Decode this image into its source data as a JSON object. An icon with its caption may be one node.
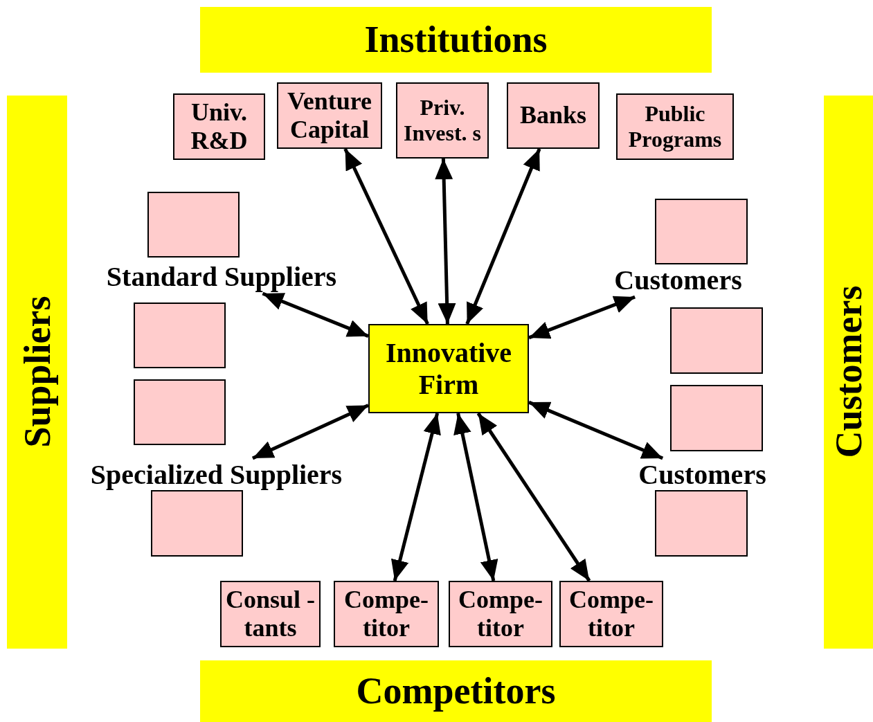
{
  "diagram": {
    "nodes": [
      {
        "text": [
          "Institutions"
        ]
      },
      {
        "text": [
          "Suppliers"
        ]
      },
      {
        "text": [
          "Customers"
        ]
      },
      {
        "text": [
          "Competitors"
        ]
      },
      {
        "text": [
          "Univ. R&D"
        ]
      },
      {
        "text": [
          "Venture Capital"
        ]
      },
      {
        "text": [
          "Priv. Invest. s"
        ]
      },
      {
        "text": [
          "Banks"
        ]
      },
      {
        "text": [
          "Public Programs"
        ]
      },
      {
        "text": [],
        "shape": "box"
      },
      {
        "text": [
          "Standard Suppliers"
        ]
      },
      {
        "text": [],
        "shape": "box"
      },
      {
        "text": [],
        "shape": "box"
      },
      {
        "text": [
          "Specialized Suppliers"
        ]
      },
      {
        "text": [],
        "shape": "box"
      },
      {
        "text": [
          "Innovative Firm"
        ]
      },
      {
        "text": [],
        "shape": "box"
      },
      {
        "text": [
          "Customers"
        ]
      },
      {
        "text": [],
        "shape": "box"
      },
      {
        "text": [],
        "shape": "box"
      },
      {
        "text": [
          "Customers"
        ]
      },
      {
        "text": [],
        "shape": "box"
      },
      {
        "text": [
          "Consul -tants"
        ]
      },
      {
        "text": [
          "Compe- titor"
        ]
      },
      {
        "text": [
          "Compe- titor"
        ]
      },
      {
        "text": [
          "Compe- titor"
        ]
      }
    ],
    "edges": [
      {
        "from": 15,
        "to": 5,
        "arrow": "both"
      },
      {
        "from": 15,
        "to": 6,
        "arrow": "both"
      },
      {
        "from": 15,
        "to": 7,
        "arrow": "both"
      },
      {
        "from": 15,
        "to": 10,
        "arrow": "both"
      },
      {
        "from": 15,
        "to": 17,
        "arrow": "both"
      },
      {
        "from": 15,
        "to": 13,
        "arrow": "both"
      },
      {
        "from": 15,
        "to": 20,
        "arrow": "both"
      },
      {
        "from": 15,
        "to": 23,
        "arrow": "both"
      },
      {
        "from": 15,
        "to": 24,
        "arrow": "both"
      },
      {
        "from": 15,
        "to": 25,
        "arrow": "both"
      }
    ]
  }
}
